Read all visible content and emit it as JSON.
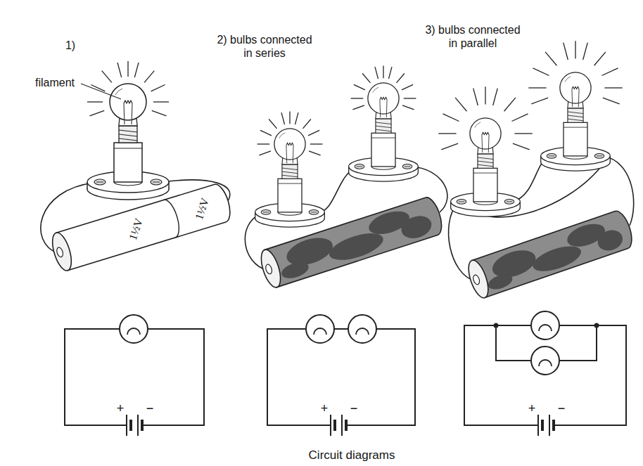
{
  "diagram": {
    "caption": "Circuit diagrams",
    "labels": [
      "1)",
      "filament",
      "2) bulbs connected in series",
      "3) bulbs connected in parallel",
      "1½V",
      "1½V",
      "+",
      "−",
      "+",
      "−",
      "+",
      "−"
    ]
  }
}
